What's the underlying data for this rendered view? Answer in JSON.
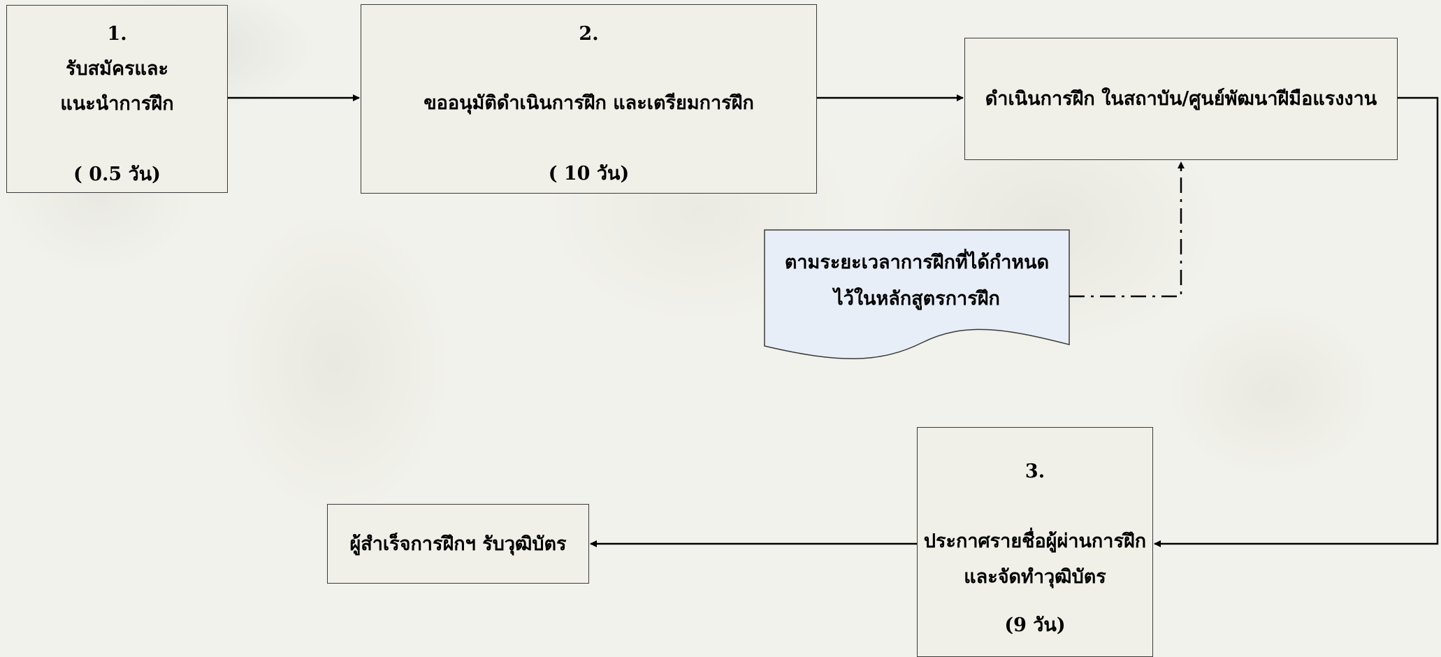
{
  "steps": [
    {
      "number": "1.",
      "lines": [
        "รับสมัครและ",
        "แนะนำการฝึก"
      ],
      "duration": "( 0.5 วัน)"
    },
    {
      "number": "2.",
      "lines": [
        "ขออนุมัติดำเนินการฝึก และเตรียมการฝึก"
      ],
      "duration": "( 10 วัน)"
    },
    {
      "number": "",
      "lines": [
        "ดำเนินการฝึก ในสถาบัน/ศูนย์พัฒนาฝีมือแรงงาน"
      ],
      "duration": ""
    },
    {
      "number": "3.",
      "lines": [
        "ประกาศรายชื่อผู้ผ่านการฝึก",
        "และจัดทำวุฒิบัตร"
      ],
      "duration": "(9 วัน)"
    },
    {
      "number": "",
      "lines": [
        "ผู้สำเร็จการฝึกฯ รับวุฒิบัตร"
      ],
      "duration": ""
    }
  ],
  "note": {
    "lines": [
      "ตามระยะเวลาการฝึกที่ได้กำหนด",
      "ไว้ในหลักสูตรการฝึก"
    ]
  },
  "colors": {
    "box_fill": "#f0f0e8",
    "note_fill": "#e8eef8",
    "line": "#000000",
    "background": "#f2f2ec"
  }
}
